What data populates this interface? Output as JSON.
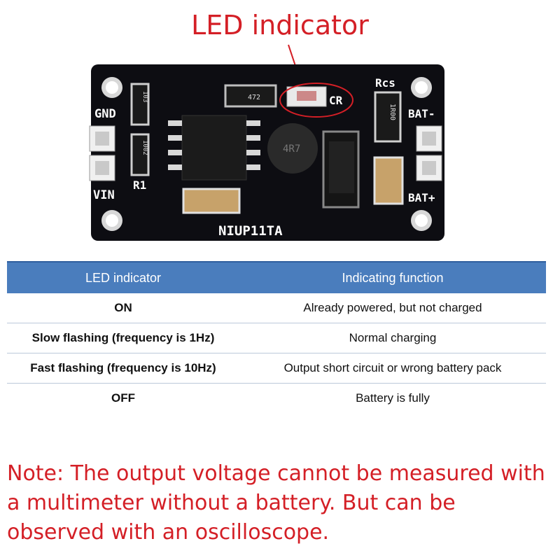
{
  "title": "LED indicator",
  "board": {
    "silkscreen": {
      "gnd": "GND",
      "vin": "VIN",
      "r1": "R1",
      "rcs": "Rcs",
      "cr": "CR",
      "bat_minus": "BAT-",
      "bat_plus": "BAT+",
      "model": "NIUP11TA",
      "cap_code": "472",
      "res_top": "103",
      "res_mid": "1002",
      "inductor": "4R7",
      "rcs_value": "1R00"
    }
  },
  "table": {
    "headers": [
      "LED indicator",
      "Indicating function"
    ],
    "rows": [
      {
        "state": "ON",
        "function": "Already powered, but not charged"
      },
      {
        "state": "Slow flashing (frequency is 1Hz)",
        "function": "Normal charging"
      },
      {
        "state": "Fast flashing (frequency is 10Hz)",
        "function": "Output short circuit or wrong battery pack"
      },
      {
        "state": "OFF",
        "function": "Battery is fully"
      }
    ]
  },
  "note": "Note: The output voltage cannot be measured with a multimeter without a battery. But can be observed with an oscilloscope.",
  "colors": {
    "accent_red": "#d41f26",
    "header_blue": "#4a7dbd",
    "pcb_black": "#0d0d12"
  }
}
